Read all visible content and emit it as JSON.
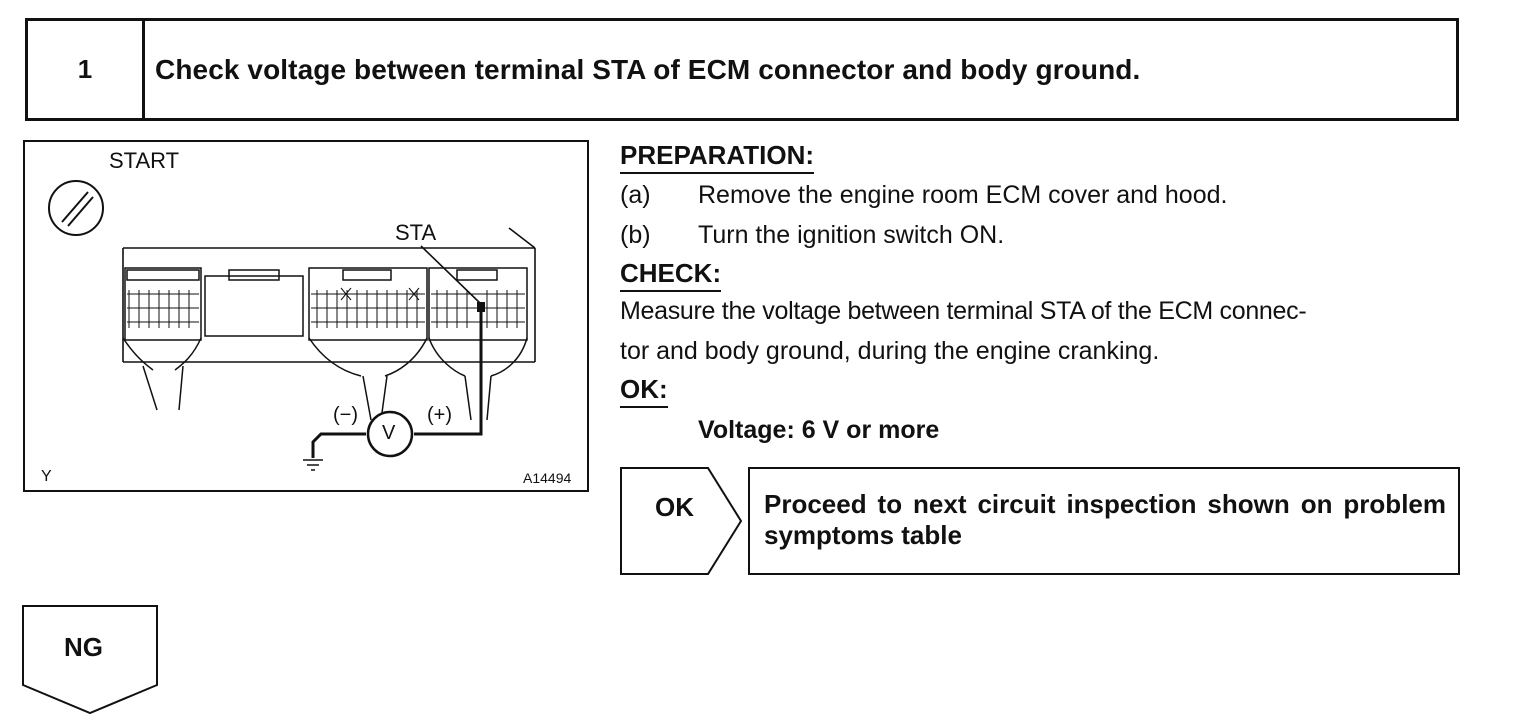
{
  "step": {
    "number": "1",
    "title": "Check voltage between terminal STA of ECM connector and body ground."
  },
  "figure": {
    "switch_label": "START",
    "terminal_label": "STA",
    "minus_label": "(−)",
    "plus_label": "(+)",
    "meter_label": "V",
    "corner_left": "Y",
    "figure_id": "A14494"
  },
  "preparation": {
    "heading": "PREPARATION:",
    "items": [
      {
        "key": "(a)",
        "text": "Remove the engine room ECM cover and hood."
      },
      {
        "key": "(b)",
        "text": "Turn the ignition switch ON."
      }
    ]
  },
  "check": {
    "heading": "CHECK:",
    "line1": "Measure the voltage between terminal STA of the ECM connec-",
    "line2": "tor and body ground, during the engine cranking."
  },
  "ok": {
    "heading": "OK:",
    "spec": "Voltage: 6 V or more"
  },
  "ok_branch": {
    "tag": "OK",
    "result": "Proceed to next circuit inspection shown on problem symptoms table"
  },
  "ng_branch": {
    "tag": "NG"
  }
}
